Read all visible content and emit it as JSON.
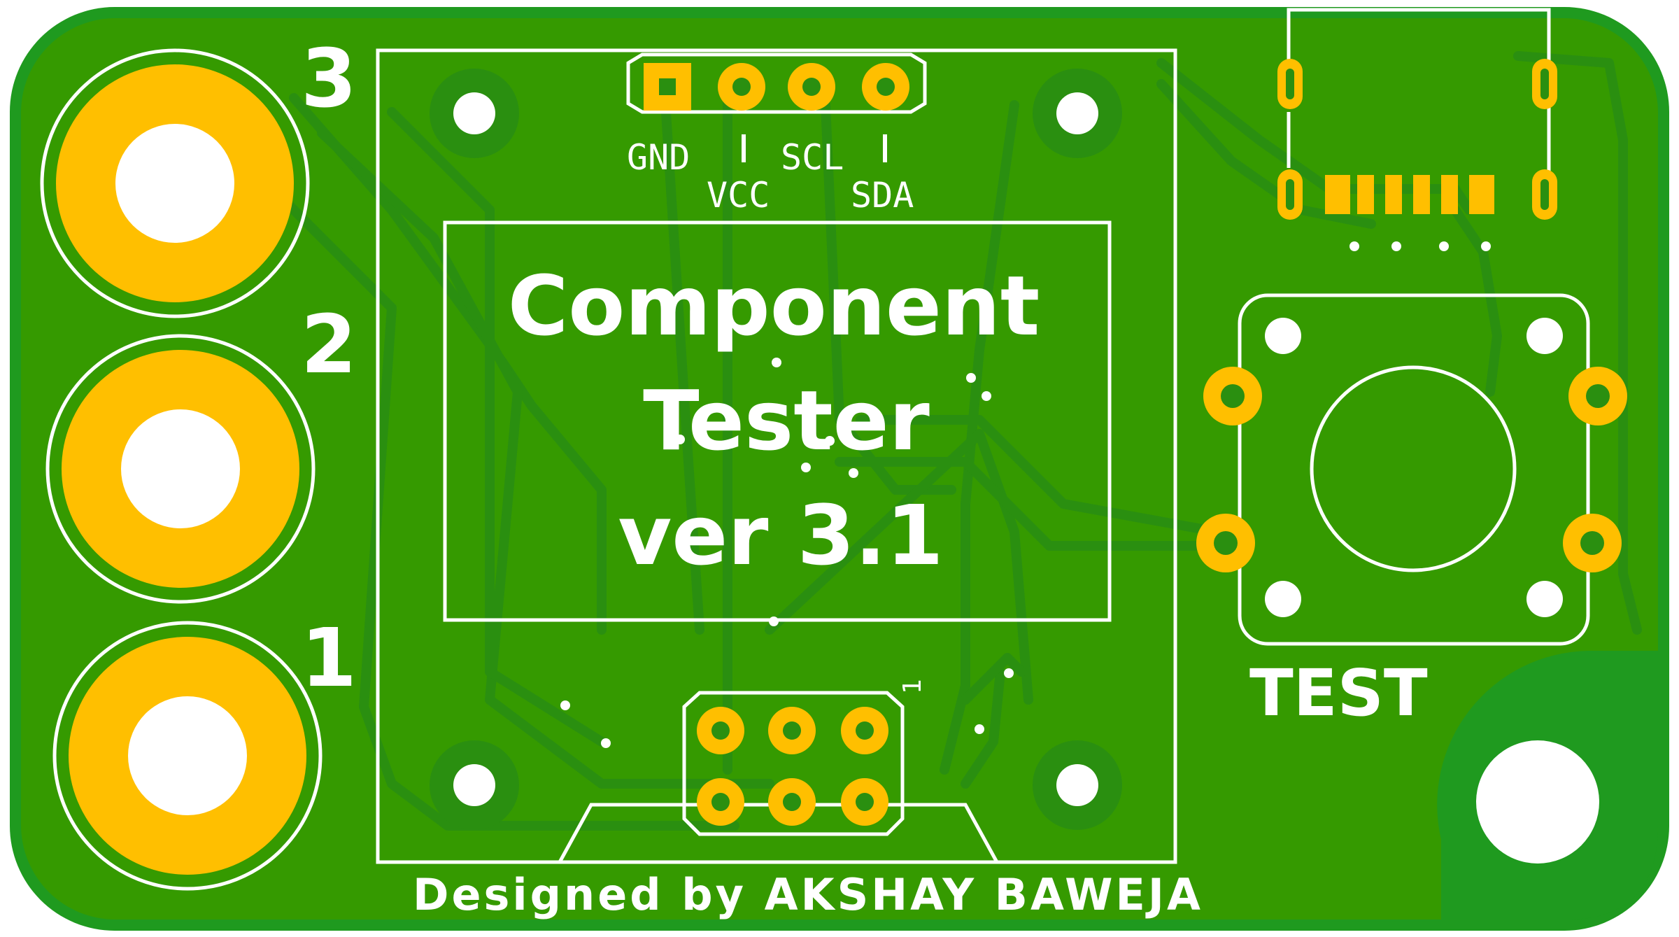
{
  "board": {
    "colors": {
      "background": "#ffffff",
      "soldermask": "#1f9a1f",
      "copper_fill": "#359a00",
      "trace": "#2a8f10",
      "pad": "#ffbf00",
      "silkscreen": "#ffffff",
      "hole": "#ffffff"
    }
  },
  "terminals": {
    "labels": [
      "3",
      "2",
      "1"
    ]
  },
  "header_top": {
    "pins": [
      "GND",
      "VCC",
      "SCL",
      "SDA"
    ]
  },
  "title": {
    "line1": "Component",
    "line2": "Tester",
    "line3": "ver 3.1"
  },
  "header_bottom": {
    "pin1_label": "1"
  },
  "button": {
    "label": "TEST"
  },
  "credit": {
    "text": "Designed by AKSHAY BAWEJA"
  }
}
